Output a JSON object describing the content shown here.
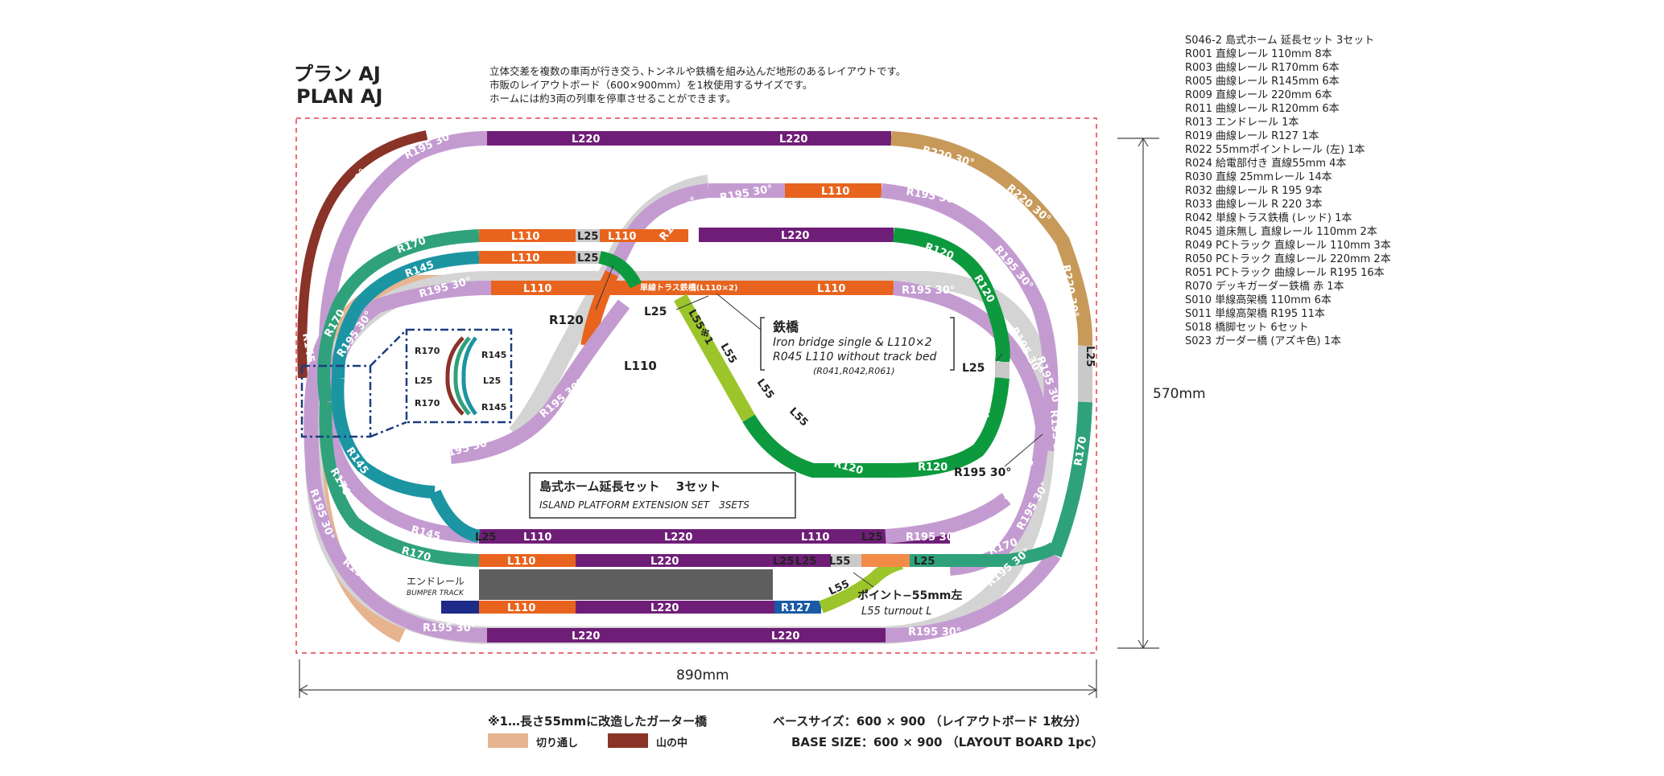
{
  "plan": {
    "title_jp": "プラン AJ",
    "title_en": "PLAN AJ"
  },
  "description": [
    "立体交差を複数の車両が行き交う､トンネルや鉄橋を組み込んだ地形のあるレイアウトです。",
    "市販のレイアウトボード（600×900mm）を1枚使用するサイズです。",
    "ホームには約3両の列車を停車させることができます。"
  ],
  "parts_list": [
    "S046-2 島式ホーム 延長セット 3セット",
    "R001 直線レール 110mm 8本",
    "R003 曲線レール R170mm 6本",
    "R005 曲線レール R145mm 6本",
    "R009 直線レール 220mm 6本",
    "R011 曲線レール R120mm 6本",
    "R013 エンドレール 1本",
    "R019 曲線レール R127 1本",
    "R022 55mmポイントレール (左) 1本",
    "R024 給電部付き 直線55mm 4本",
    "R030 直線 25mmレール 14本",
    "R032 曲線レール R 195 9本",
    "R033 曲線レール R 220 3本",
    "R042 単線トラス鉄橋 (レッド) 1本",
    "R045 道床無し 直線レール 110mm 2本",
    "R049 PCトラック 直線レール 110mm 3本",
    "R050 PCトラック 直線レール 220mm 2本",
    "R051 PCトラック 曲線レール R195 16本",
    "R070 デッキガーダー鉄橋 赤 1本",
    "S010 単線高架橋 110mm 6本",
    "S011 単線高架橋 R195 11本",
    "S018 橋脚セット 6セット",
    "S023 ガーダー橋 (アズキ色) 1本"
  ],
  "dimensions": {
    "height": "570mm",
    "width": "890mm"
  },
  "labels": {
    "l220": "L220",
    "l110": "L110",
    "l25": "L25",
    "l55": "L55",
    "r195": "R195 30°",
    "r220": "R220 30°",
    "r170": "R170",
    "r145": "R145",
    "r120": "R120",
    "r127": "R127",
    "truss": "単線トラス鉄橋(L110×2)",
    "l55_note": "L55※1"
  },
  "callouts": {
    "iron_bridge_title": "鉄橋",
    "iron_bridge_line1": "Iron bridge single & L110×2",
    "iron_bridge_line2": "R045 L110 without track bed",
    "iron_bridge_line3": "(R041,R042,R061)",
    "platform_jp": "島式ホーム延長セット　 3セット",
    "platform_en": "ISLAND PLATFORM EXTENSION SET　3SETS",
    "bumper_jp": "エンドレール",
    "bumper_en": "BUMPER TRACK",
    "turnout_jp": "ポイント−55mm左",
    "turnout_en": "L55 turnout L"
  },
  "inset": {
    "r170a": "R170",
    "r145a": "R145",
    "l25a": "L25",
    "l25b": "L25",
    "r170b": "R170",
    "r145b": "R145"
  },
  "footer": {
    "note": "※1…長さ55mmに改造したガーター橋",
    "legend_cut": "切り通し",
    "legend_mountain": "山の中",
    "base_jp": "ベースサイズ：600 × 900 （レイアウトボード 1枚分）",
    "base_en": "BASE SIZE：600 × 900 （LAYOUT BOARD 1pc）"
  },
  "colors": {
    "l220": "#6f1e78",
    "l110": "#e8641e",
    "r195": "#c49bd1",
    "r220": "#c79a5a",
    "r170": "#2fa27c",
    "r145": "#1c95a3",
    "r120": "#0d9a3e",
    "l55": "#9bc52a",
    "l25": "#c9c9c9",
    "platform": "#5e5e5e",
    "bumper": "#1d2a88",
    "r127": "#1a5aa6",
    "cut": "#e7b490",
    "mountain": "#8a3328",
    "border": "#e0404a",
    "overpass": "#cfcfcf"
  }
}
